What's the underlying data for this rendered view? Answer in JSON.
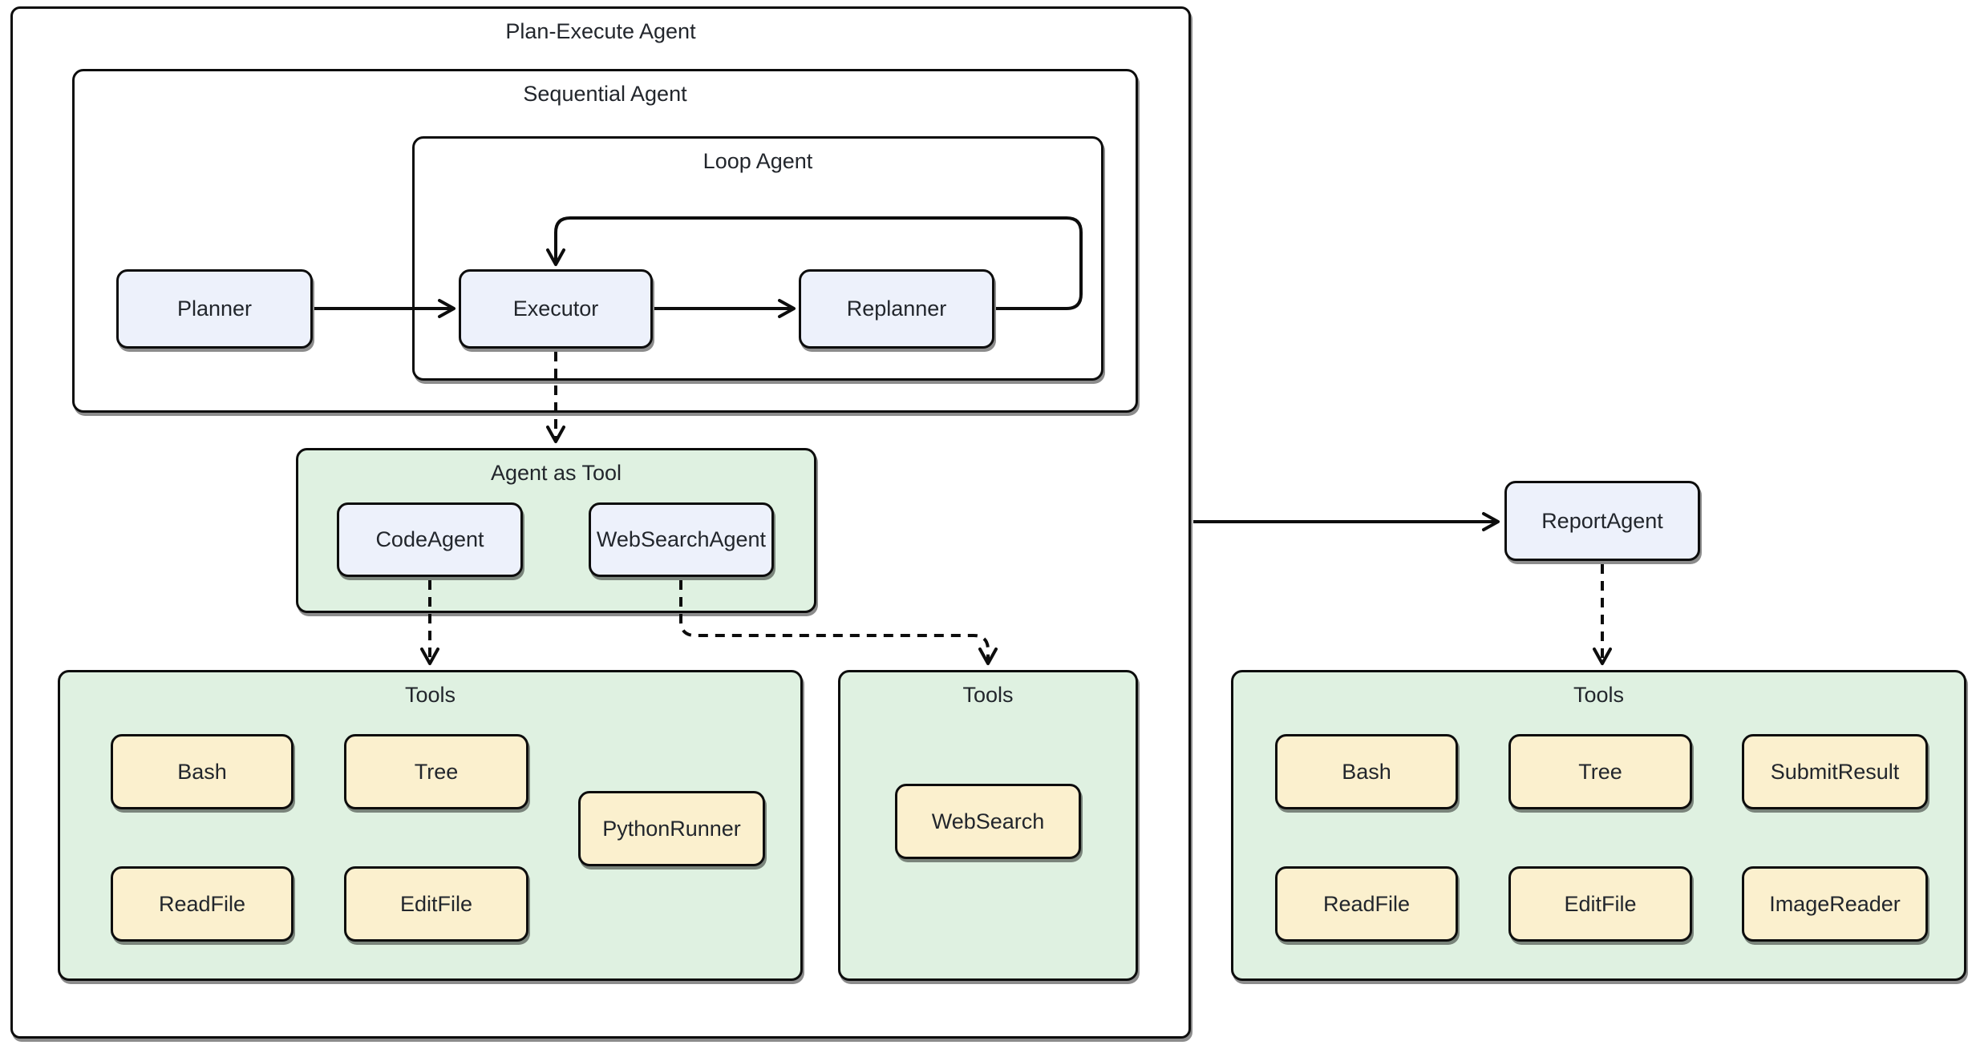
{
  "palette": {
    "background": "#ffffff",
    "container_green": "#dff1e1",
    "node_blue": "#edf1fb",
    "node_yellow": "#fbf0ce",
    "stroke": "#0d0d0d",
    "text": "#22262c"
  },
  "outer": {
    "title": "Plan-Execute Agent"
  },
  "sequential": {
    "title": "Sequential Agent"
  },
  "loop": {
    "title": "Loop Agent"
  },
  "agent_as_tool": {
    "title": "Agent as Tool"
  },
  "nodes": {
    "planner": "Planner",
    "executor": "Executor",
    "replanner": "Replanner",
    "code_agent": "CodeAgent",
    "web_search_agent": "WebSearchAgent",
    "report_agent": "ReportAgent"
  },
  "tools_left": {
    "title": "Tools",
    "items": [
      "Bash",
      "Tree",
      "PythonRunner",
      "ReadFile",
      "EditFile"
    ]
  },
  "tools_mid": {
    "title": "Tools",
    "items": [
      "WebSearch"
    ]
  },
  "tools_right": {
    "title": "Tools",
    "items": [
      "Bash",
      "Tree",
      "SubmitResult",
      "ReadFile",
      "EditFile",
      "ImageReader"
    ]
  },
  "edges": [
    {
      "from": "Planner",
      "to": "Executor",
      "style": "solid"
    },
    {
      "from": "Executor",
      "to": "Replanner",
      "style": "solid"
    },
    {
      "from": "Replanner",
      "to": "Executor",
      "style": "solid-loopback"
    },
    {
      "from": "Executor",
      "to": "Agent as Tool",
      "style": "dashed"
    },
    {
      "from": "CodeAgent",
      "to": "Tools (left)",
      "style": "dashed"
    },
    {
      "from": "WebSearchAgent",
      "to": "Tools (middle)",
      "style": "dashed"
    },
    {
      "from": "Plan-Execute Agent",
      "to": "ReportAgent",
      "style": "solid"
    },
    {
      "from": "ReportAgent",
      "to": "Tools (right)",
      "style": "dashed"
    }
  ]
}
